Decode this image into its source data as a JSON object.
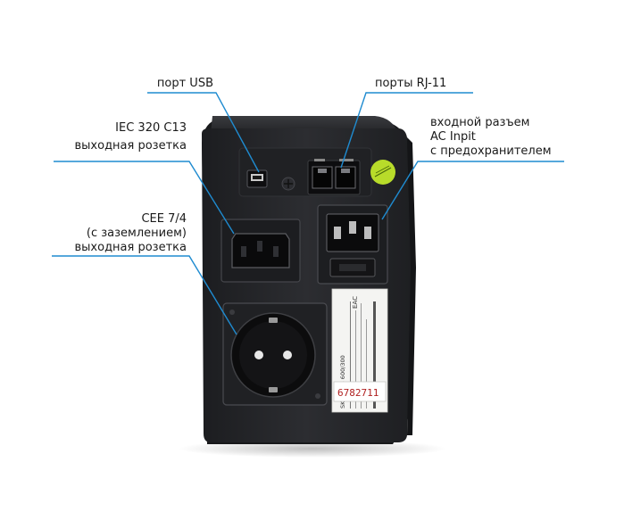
{
  "labels": {
    "usb": "порт USB",
    "rj11": "порты RJ-11",
    "iec_line1": "IEC  320 C13",
    "iec_line2": "выходная розетка",
    "input_line1": "входной разъем",
    "input_line2": "AC Inpit",
    "input_line3": "с предохранителем",
    "cee_line1": "CEE 7/4",
    "cee_line2": "(с заземлением)",
    "cee_line3": "выходная розетка"
  },
  "sticker": {
    "label_text": "SKAT-UPS 600/300",
    "serial": "6782711",
    "eac": "EAC"
  },
  "colors": {
    "leader": "#1f8bd0",
    "case": "#26272a",
    "green_sticker": "#b8dc2a"
  }
}
